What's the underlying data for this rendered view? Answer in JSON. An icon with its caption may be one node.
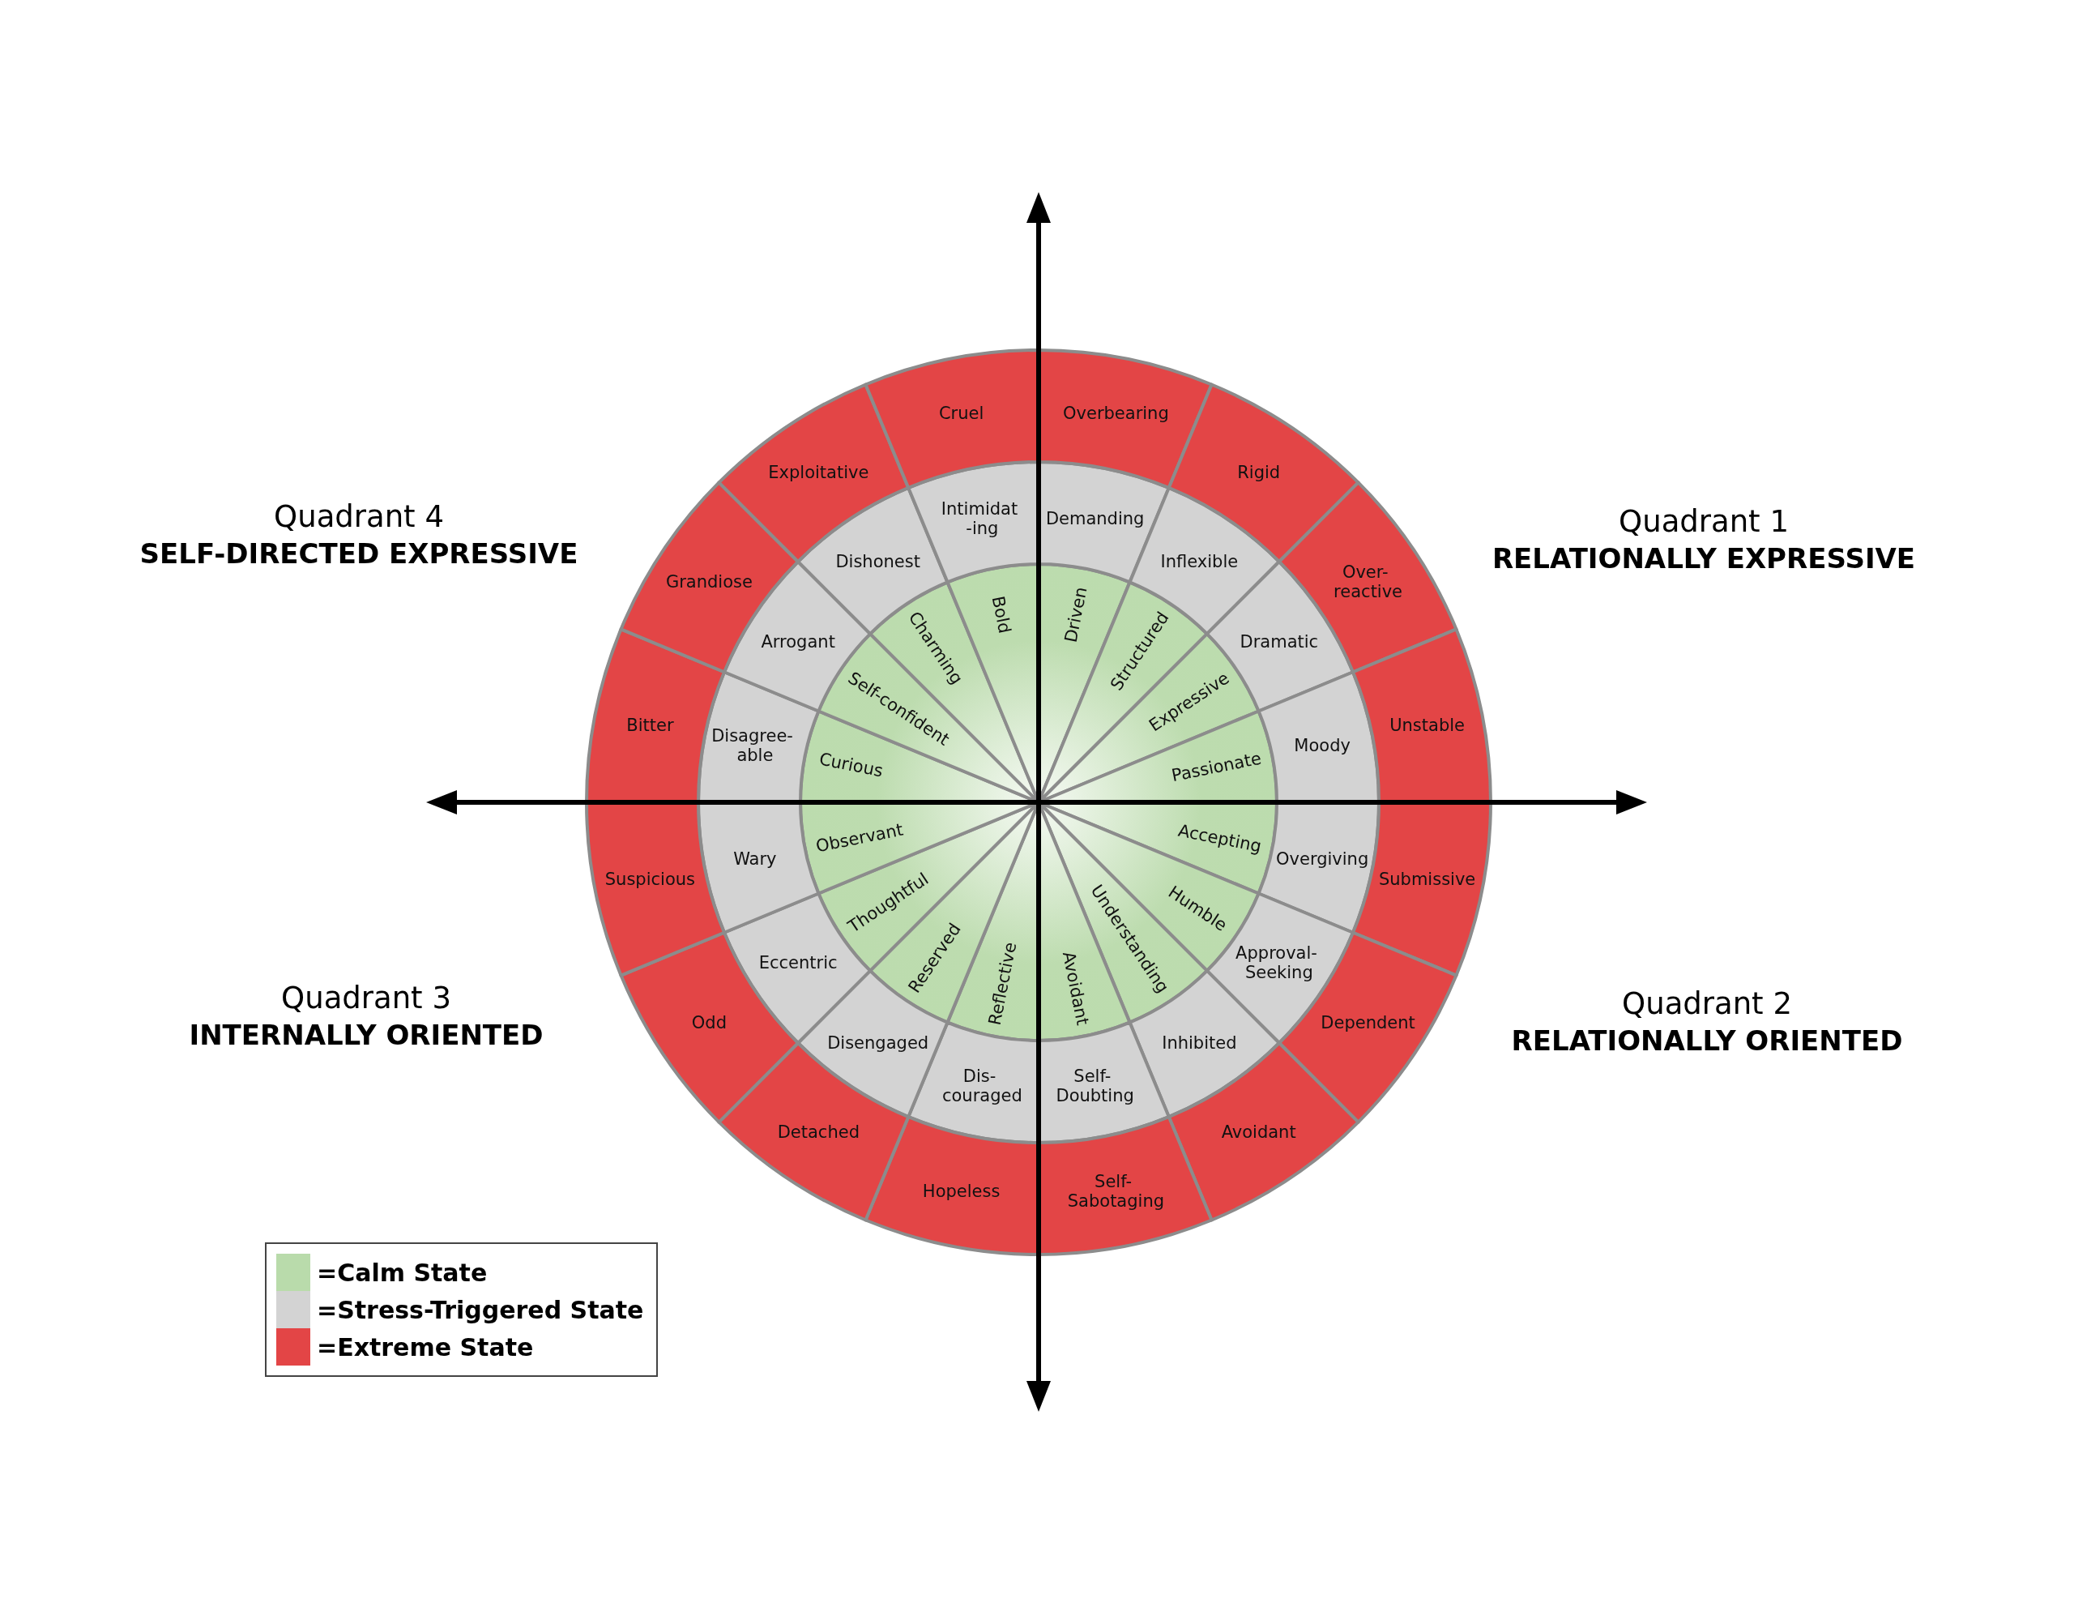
{
  "diagram": {
    "nodes": [
      {
        "text": [
          "Driven"
        ]
      },
      {
        "text": [
          "Demanding"
        ]
      },
      {
        "text": [
          "Overbearing"
        ]
      },
      {
        "text": [
          "Structured"
        ]
      },
      {
        "text": [
          "Inflexible"
        ]
      },
      {
        "text": [
          "Rigid"
        ]
      },
      {
        "text": [
          "Expressive"
        ]
      },
      {
        "text": [
          "Dramatic"
        ]
      },
      {
        "text": [
          "Over- reactive"
        ]
      },
      {
        "text": [
          "Passionate"
        ]
      },
      {
        "text": [
          "Moody"
        ]
      },
      {
        "text": [
          "Unstable"
        ]
      },
      {
        "text": [
          "Accepting"
        ]
      },
      {
        "text": [
          "Overgiving"
        ]
      },
      {
        "text": [
          "Submissive"
        ]
      },
      {
        "text": [
          "Humble"
        ]
      },
      {
        "text": [
          "Approval- Seeking"
        ]
      },
      {
        "text": [
          "Dependent"
        ]
      },
      {
        "text": [
          "Understanding"
        ]
      },
      {
        "text": [
          "Inhibited"
        ]
      },
      {
        "text": [
          "Avoidant"
        ]
      },
      {
        "text": [
          "Avoidant"
        ]
      },
      {
        "text": [
          "Self- Doubting"
        ]
      },
      {
        "text": [
          "Self- Sabotaging"
        ]
      },
      {
        "text": [
          "Reflective"
        ]
      },
      {
        "text": [
          "Dis- couraged"
        ]
      },
      {
        "text": [
          "Hopeless"
        ]
      },
      {
        "text": [
          "Reserved"
        ]
      },
      {
        "text": [
          "Disengaged"
        ]
      },
      {
        "text": [
          "Detached"
        ]
      },
      {
        "text": [
          "Thoughtful"
        ]
      },
      {
        "text": [
          "Eccentric"
        ]
      },
      {
        "text": [
          "Odd"
        ]
      },
      {
        "text": [
          "Observant"
        ]
      },
      {
        "text": [
          "Wary"
        ]
      },
      {
        "text": [
          "Suspicious"
        ]
      },
      {
        "text": [
          "Curious"
        ]
      },
      {
        "text": [
          "Disagree- able"
        ]
      },
      {
        "text": [
          "Bitter"
        ]
      },
      {
        "text": [
          "Self-confident"
        ]
      },
      {
        "text": [
          "Arrogant"
        ]
      },
      {
        "text": [
          "Grandiose"
        ]
      },
      {
        "text": [
          "Charming"
        ]
      },
      {
        "text": [
          "Dishonest"
        ]
      },
      {
        "text": [
          "Exploitative"
        ]
      },
      {
        "text": [
          "Bold"
        ]
      },
      {
        "text": [
          "Intimidat -ing"
        ]
      },
      {
        "text": [
          "Cruel"
        ]
      }
    ],
    "labels": [
      "Quadrant 4",
      "SELF-DIRECTED EXPRESSIVE",
      "Quadrant 1",
      "RELATIONALLY EXPRESSIVE",
      "Quadrant 3",
      "INTERNALLY ORIENTED",
      "Quadrant 2",
      "RELATIONALLY ORIENTED"
    ],
    "legend": [
      {
        "text": "=Calm State",
        "color": "#b9dbab"
      },
      {
        "text": "=Stress-Triggered State",
        "color": "#d3d3d3"
      },
      {
        "text": "=Extreme State",
        "color": "#e34546"
      }
    ]
  }
}
